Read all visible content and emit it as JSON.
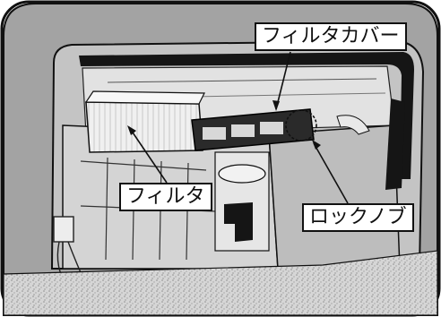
{
  "labels": {
    "filter_cover": "フィルタカバー",
    "filter": "フィルタ",
    "lock_knob": "ロックノブ"
  },
  "colors": {
    "frame": "#8a8a8a",
    "panel_light": "#d9d9d9",
    "panel_mid": "#bdbdbd",
    "panel_dark": "#6e6e6e",
    "seal_black": "#151515",
    "carpet": "#cfcfcf",
    "line": "#111111"
  }
}
